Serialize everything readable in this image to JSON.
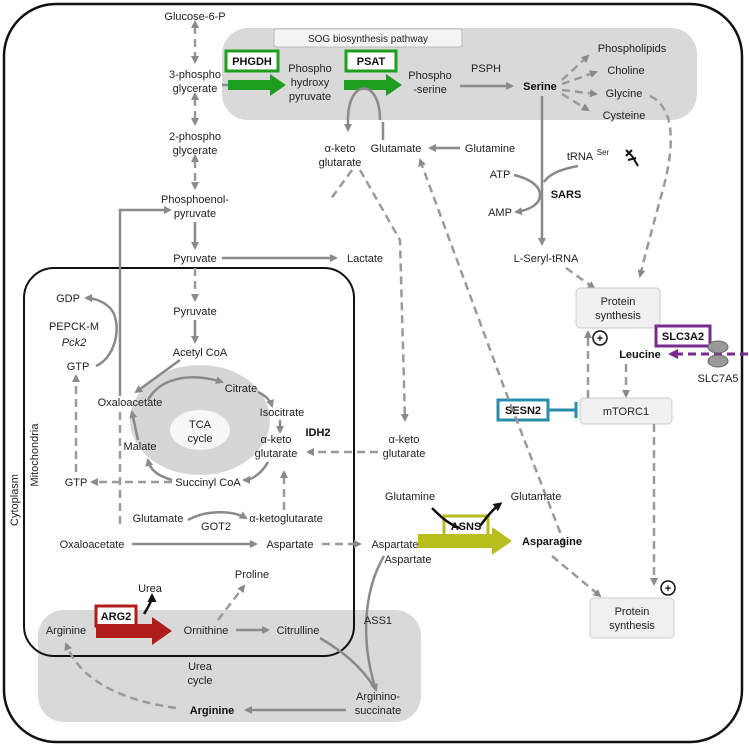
{
  "labels": {
    "glucose6p": "Glucose-6-P",
    "pg3_a": "3-phospho",
    "pg3_b": "glycerate",
    "pg2_a": "2-phospho",
    "pg2_b": "glycerate",
    "pep_a": "Phosphoenol-",
    "pep_b": "pyruvate",
    "pyruvate_cyto": "Pyruvate",
    "lactate": "Lactate",
    "sog_title": "SOG biosynthesis pathway",
    "phgdh": "PHGDH",
    "psat": "PSAT",
    "php_a": "Phospho",
    "php_b": "hydroxy",
    "php_c": "pyruvate",
    "phs_a": "Phospho",
    "phs_b": "-serine",
    "psph": "PSPH",
    "serine": "Serine",
    "phospholipids": "Phospholipids",
    "choline": "Choline",
    "glycine": "Glycine",
    "cysteine": "Cysteine",
    "akg_top_a": "α-keto",
    "akg_top_b": "glutarate",
    "glutamate_top": "Glutamate",
    "glutamine_top": "Glutamine",
    "trna": "tRNA",
    "trna_sup": "Ser",
    "atp": "ATP",
    "amp": "AMP",
    "sars": "SARS",
    "seryl_trna": "L-Seryl-tRNA",
    "protein_syn1_a": "Protein",
    "protein_syn1_b": "synthesis",
    "plus": "+",
    "slc3a2": "SLC3A2",
    "leucine": "Leucine",
    "slc7a5": "SLC7A5",
    "sesn2": "SESN2",
    "mtorc1": "mTORC1",
    "gdp": "GDP",
    "pepck_a": "PEPCK-M",
    "pepck_b": "Pck2",
    "gtp1": "GTP",
    "gtp2": "GTP",
    "pyruvate_mito": "Pyruvate",
    "acetylcoa": "Acetyl CoA",
    "oxaloacetate1": "Oxaloacetate",
    "citrate": "Citrate",
    "isocitrate": "Isocitrate",
    "tca_a": "TCA",
    "tca_b": "cycle",
    "malate": "Malate",
    "akg_mito_a": "α-keto",
    "akg_mito_b": "glutarate",
    "idh2": "IDH2",
    "succinylcoa": "Succinyl CoA",
    "akg_cyto_a": "α-keto",
    "akg_cyto_b": "glutarate",
    "glutamate_mito": "Glutamate",
    "got2": "GOT2",
    "akg_line": "α-ketoglutarate",
    "oxaloacetate2": "Oxaloacetate",
    "aspartate_mito": "Aspartate",
    "aspartate_cyto": "Aspartate",
    "aspartate_cyto2": "Aspartate",
    "glutamine_asns": "Glutamine",
    "glutamate_asns": "Glutamate",
    "asns": "ASNS",
    "asparagine": "Asparagine",
    "cytoplasm": "Cytoplasm",
    "mitochondria": "Mitochondria",
    "urea": "Urea",
    "proline": "Proline",
    "arg2": "ARG2",
    "arginine_mito": "Arginine",
    "ornithine": "Ornithine",
    "citrulline": "Citrulline",
    "ass1": "ASS1",
    "urea_cycle_a": "Urea",
    "urea_cycle_b": "cycle",
    "arginino_a": "Arginino-",
    "arginino_b": "succinate",
    "arginine_bottom": "Arginine",
    "protein_syn2_a": "Protein",
    "protein_syn2_b": "synthesis"
  },
  "colors": {
    "phgdh": "#1e9e1e",
    "arg2": "#b01c1c",
    "asns": "#b8be1e",
    "slc3a2": "#7a2a8c",
    "sesn2": "#2a8cab",
    "arrow": "#8a8a8a",
    "region": "#d9d9d9"
  }
}
